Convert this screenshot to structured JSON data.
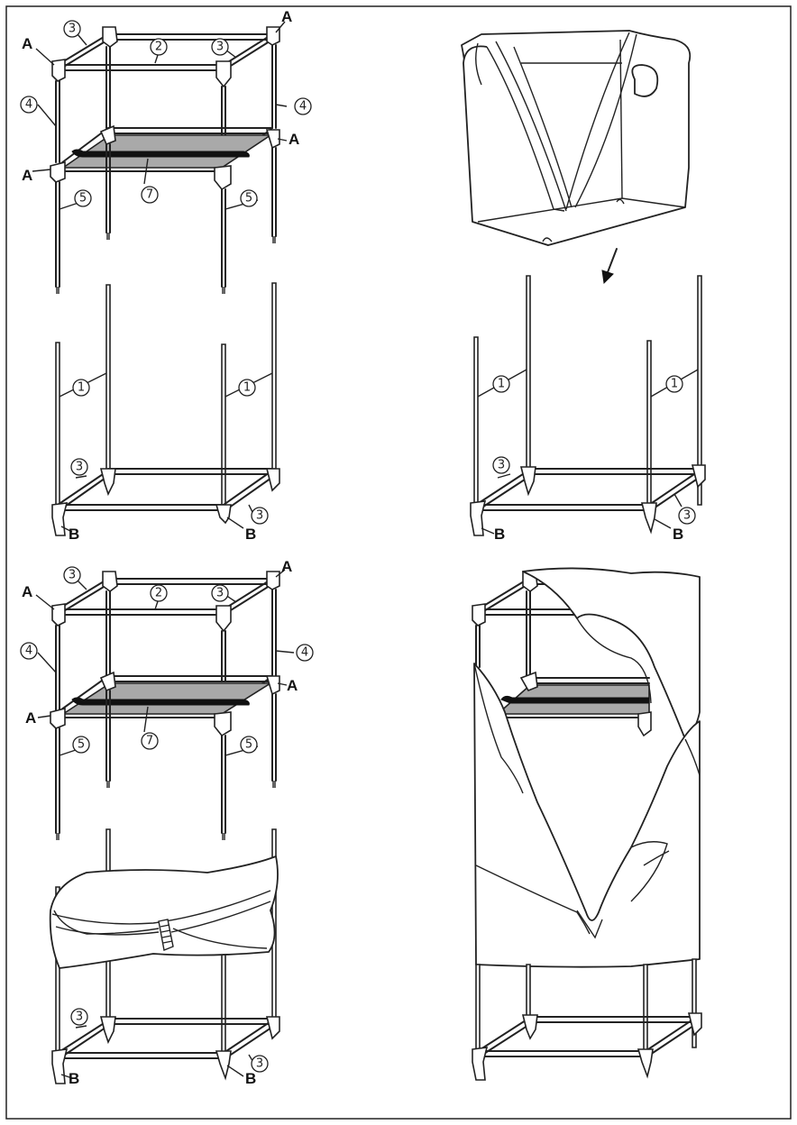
{
  "labels": {
    "a": "A",
    "b": "B",
    "n1": "1",
    "n2": "2",
    "n3": "3",
    "n4": "4",
    "n5": "5",
    "n7": "7"
  },
  "colors": {
    "line": "#222222",
    "shelf": "#a9a9a9",
    "strap": "#111111",
    "background": "#ffffff"
  },
  "icons": {
    "arrow": "down-arrow-icon"
  }
}
